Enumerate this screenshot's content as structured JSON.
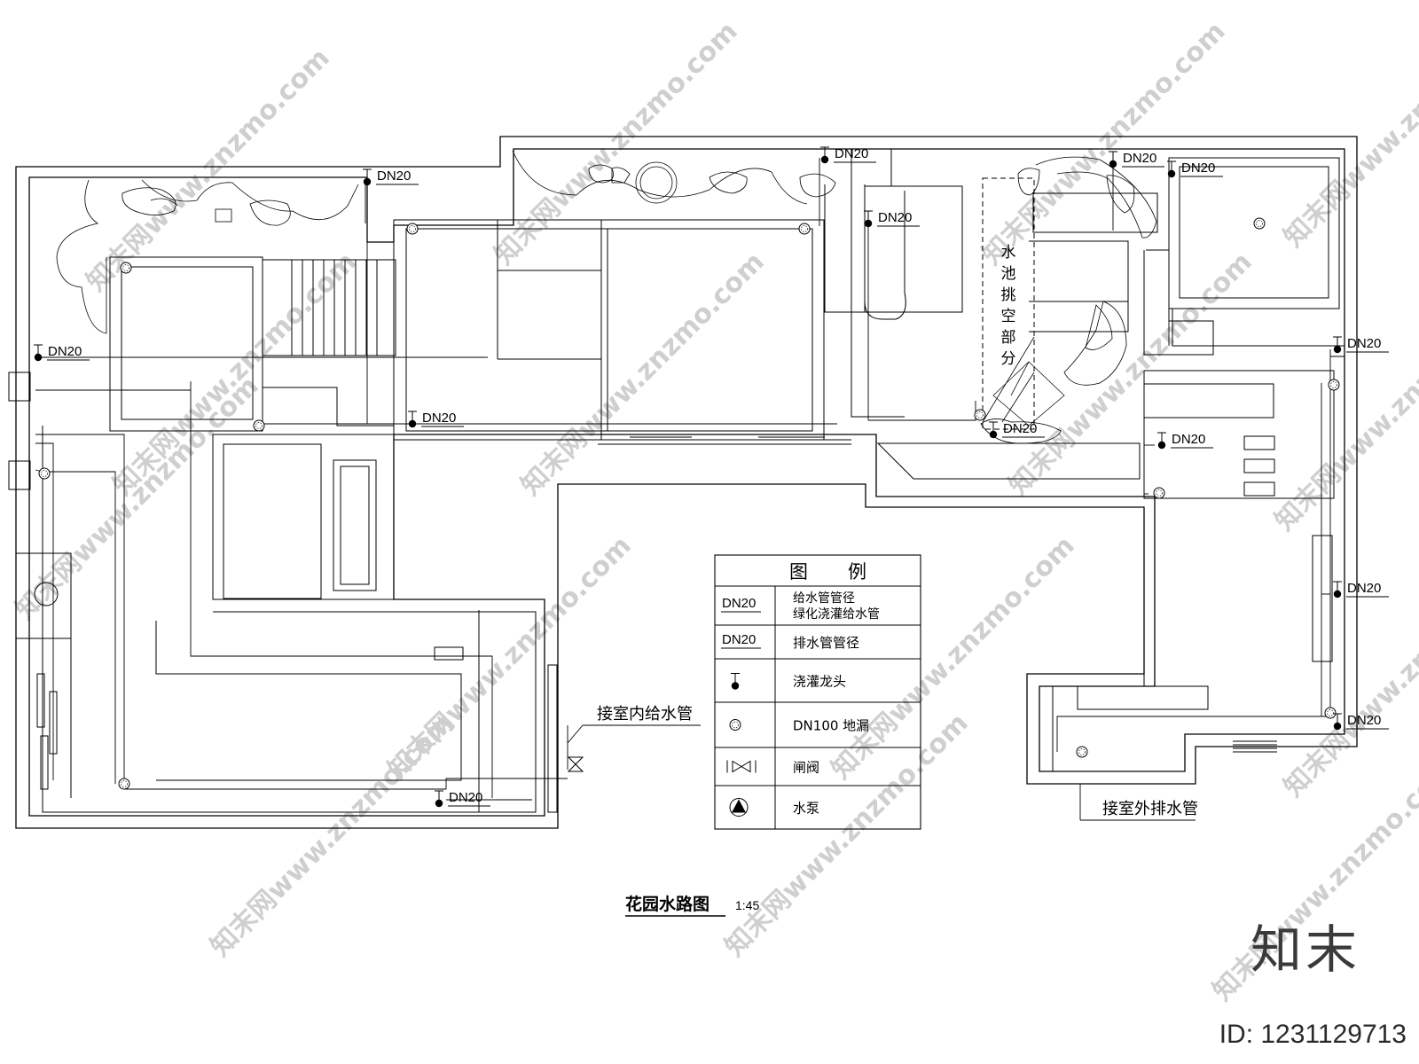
{
  "drawing_title": "花园水路图",
  "scale": "1:45",
  "pipe_tag": "DN20",
  "pool_label_chars": [
    "水",
    "池",
    "挑",
    "空",
    "部",
    "分"
  ],
  "indoor_supply_label": "接室内给水管",
  "outdoor_drain_label": "接室外排水管",
  "legend": {
    "title_chars": [
      "图",
      "例"
    ],
    "rows": [
      {
        "symbol": "DN20",
        "text": "给水管管径",
        "text2": "绿化浇灌给水管"
      },
      {
        "symbol": "DN20",
        "text": "排水管管径"
      },
      {
        "symbol": "sprinkler-icon",
        "text": "浇灌龙头"
      },
      {
        "symbol": "floor-drain-icon",
        "text": "DN100 地漏"
      },
      {
        "symbol": "gate-valve-icon",
        "text": "闸阀"
      },
      {
        "symbol": "pump-icon",
        "text": "水泵"
      }
    ]
  },
  "watermark": {
    "text": "知末网www.znzmo.com"
  },
  "brand": "知末",
  "image_id": "ID: 1231129713"
}
